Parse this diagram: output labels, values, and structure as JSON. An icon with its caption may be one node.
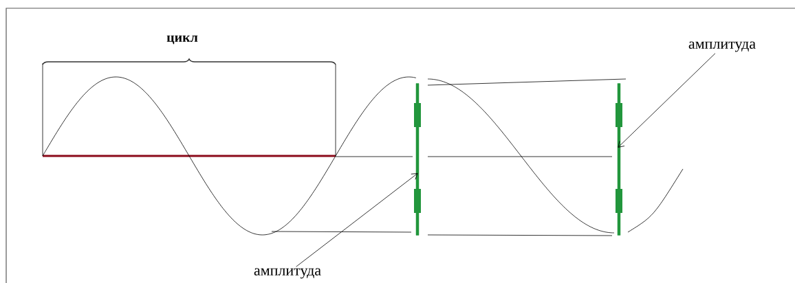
{
  "diagram": {
    "nodes": [
      {
        "text": [
          "амплитуда"
        ]
      },
      {
        "text": [],
        "shape": "bar"
      },
      {
        "text": [],
        "shape": "bar"
      },
      {
        "text": [
          "амплитуда"
        ]
      }
    ],
    "edges": [
      {
        "from": 0,
        "to": 2,
        "arrow": "to"
      },
      {
        "from": 3,
        "to": 1,
        "arrow": "to"
      }
    ],
    "labels": [
      "цикл"
    ]
  }
}
